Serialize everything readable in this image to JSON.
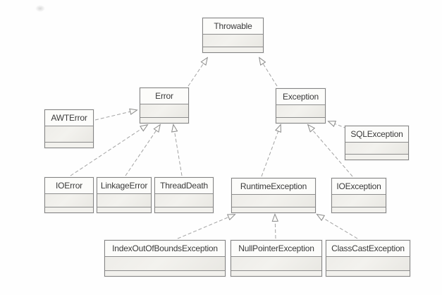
{
  "classes": {
    "throwable": {
      "name": "Throwable"
    },
    "error": {
      "name": "Error"
    },
    "exception": {
      "name": "Exception"
    },
    "awterror": {
      "name": "AWTError"
    },
    "sqlexception": {
      "name": "SQLException"
    },
    "ioerror": {
      "name": "IOError"
    },
    "linkageerror": {
      "name": "LinkageError"
    },
    "threaddeath": {
      "name": "ThreadDeath"
    },
    "runtimeexception": {
      "name": "RuntimeException"
    },
    "ioexception": {
      "name": "IOException"
    },
    "indexoutofbounds": {
      "name": "IndexOutOfBoundsException"
    },
    "nullpointer": {
      "name": "NullPointerException"
    },
    "classcast": {
      "name": "ClassCastException"
    }
  },
  "edges": [
    {
      "from": "Error",
      "to": "Throwable"
    },
    {
      "from": "Exception",
      "to": "Throwable"
    },
    {
      "from": "AWTError",
      "to": "Error"
    },
    {
      "from": "IOError",
      "to": "Error"
    },
    {
      "from": "LinkageError",
      "to": "Error"
    },
    {
      "from": "ThreadDeath",
      "to": "Error"
    },
    {
      "from": "SQLException",
      "to": "Exception"
    },
    {
      "from": "RuntimeException",
      "to": "Exception"
    },
    {
      "from": "IOException",
      "to": "Exception"
    },
    {
      "from": "IndexOutOfBoundsException",
      "to": "RuntimeException"
    },
    {
      "from": "NullPointerException",
      "to": "RuntimeException"
    },
    {
      "from": "ClassCastException",
      "to": "RuntimeException"
    }
  ],
  "colors": {
    "box_border": "#848484",
    "compartment_fill": "#eeede9",
    "edge_line": "#a3a3a3",
    "text": "#3a3a3a",
    "background": "#fefefe"
  }
}
